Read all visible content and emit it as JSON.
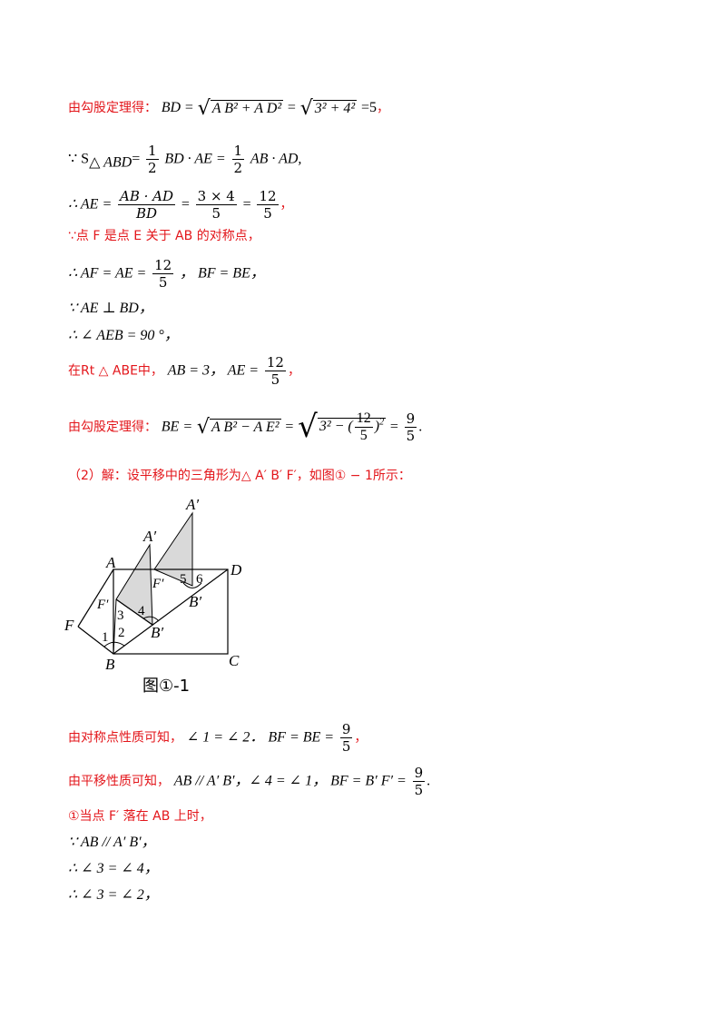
{
  "lines": {
    "l1_label": "由勾股定理得：",
    "l1_lhs": "BD",
    "l1_rad1": "A B² + A D²",
    "l1_rad2": "3² + 4²",
    "l1_res": "5",
    "l2_a": "∵ S",
    "l2_sub": "△ ABD",
    "l2_f1n": "1",
    "l2_f1d": "2",
    "l2_b": "BD · AE =",
    "l2_f2n": "1",
    "l2_f2d": "2",
    "l2_c": "AB · AD,",
    "l3_a": "∴ AE =",
    "l3_f1n": "AB · AD",
    "l3_f1d": "BD",
    "l3_f2n": "3 × 4",
    "l3_f2d": "5",
    "l3_f3n": "12",
    "l3_f3d": "5",
    "l4": "∵点 F 是点 E 关于 AB 的对称点，",
    "l5_a": "∴ AF = AE =",
    "l5_fn": "12",
    "l5_fd": "5",
    "l5_b": "， BF = BE，",
    "l6": "∵ AE ⊥ BD，",
    "l7": "∴ ∠ AEB = 90 °，",
    "l8_label": "在Rt △ ABE中，",
    "l8_a": "AB = 3， AE =",
    "l8_fn": "12",
    "l8_fd": "5",
    "l9_label": "由勾股定理得：",
    "l9_a": "BE =",
    "l9_rad1": "A B² − A E²",
    "l9_rad2a": "3² −",
    "l9_rfn": "12",
    "l9_rfd": "5",
    "l9_fn": "9",
    "l9_fd": "5",
    "l10": "（2）解：设平移中的三角形为△ A′ B′ F′，如图① − 1所示：",
    "l11_label": "由对称点性质可知，",
    "l11_a": "∠ 1 = ∠ 2． BF = BE =",
    "l11_fn": "9",
    "l11_fd": "5",
    "l12_label": "由平移性质可知，",
    "l12_a": "AB // A′ B′，∠ 4 = ∠ 1， BF = B′ F′ =",
    "l12_fn": "9",
    "l12_fd": "5",
    "l13": "①当点 F′ 落在 AB 上时，",
    "l14": "∵ AB // A′ B′，",
    "l15": "∴ ∠ 3 = ∠ 4，",
    "l16": "∴ ∠ 3 = ∠ 2，"
  },
  "figure": {
    "caption": "图①-1",
    "labels": {
      "A": "A",
      "B": "B",
      "C": "C",
      "D": "D",
      "F": "F",
      "A1": "A′",
      "A2": "A′",
      "F1": "F′",
      "F2": "F′",
      "B1": "B′",
      "B2": "B′",
      "n1": "1",
      "n2": "2",
      "n3": "3",
      "n4": "4",
      "n5": "5",
      "n6": "6"
    },
    "shade_color": "#d9d9d9"
  }
}
